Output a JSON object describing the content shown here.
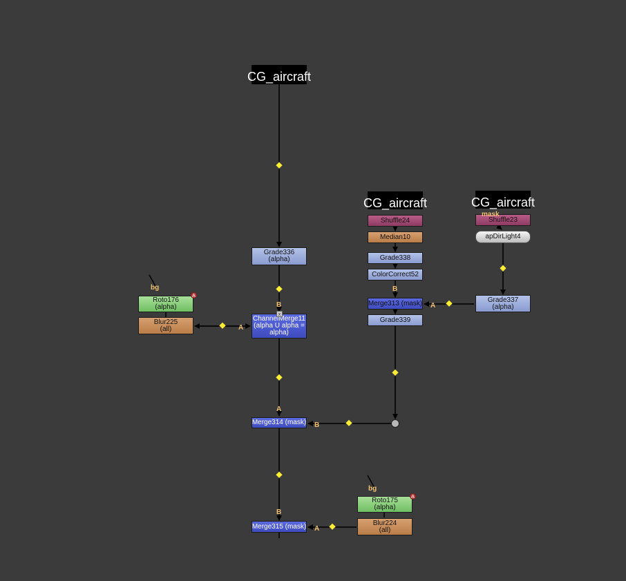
{
  "backdrops": {
    "cg1": "CG_aircraft",
    "cg2": "CG_aircraft",
    "cg3": "CG_aircraft"
  },
  "nodes": {
    "grade336": {
      "name": "Grade336",
      "sub": "(alpha)"
    },
    "grade338": {
      "name": "Grade338"
    },
    "grade337": {
      "name": "Grade337",
      "sub": "(alpha)"
    },
    "grade339": {
      "name": "Grade339"
    },
    "colorcorrect52": {
      "name": "ColorCorrect52"
    },
    "shuffle24": {
      "name": "Shuffle24"
    },
    "shuffle23": {
      "name": "Shuffle23"
    },
    "median10": {
      "name": "Median10"
    },
    "apdirlight4": {
      "name": "apDirLight4"
    },
    "roto176": {
      "name": "Roto176",
      "sub": "(alpha)"
    },
    "roto175": {
      "name": "Roto175",
      "sub": "(alpha)"
    },
    "blur225": {
      "name": "Blur225",
      "sub": "(all)"
    },
    "blur224": {
      "name": "Blur224",
      "sub": "(all)"
    },
    "channelmerge11": {
      "line1": "ChannelMerge11",
      "line2": "(alpha U alpha =",
      "line3": "alpha)"
    },
    "merge313": {
      "name": "Merge313 (mask)"
    },
    "merge314": {
      "name": "Merge314 (mask)"
    },
    "merge315": {
      "name": "Merge315 (mask)"
    }
  },
  "input_labels": {
    "bg_roto176": "bg",
    "bg_roto175": "bg",
    "mask_shuffle23": "mask",
    "b_channelmerge": "B",
    "a_channelmerge": "A",
    "b_merge313": "B",
    "a_merge313": "A",
    "a_merge314": "A",
    "b_merge314": "B",
    "b_merge315": "B",
    "a_merge315": "A"
  },
  "markers": {
    "roto176": "A",
    "roto175": "A",
    "channelmerge11": "x"
  },
  "colors": {
    "background": "#3b3b3b",
    "pipe": "#000000",
    "dot": "#ffee33",
    "grade": "#9fb0de",
    "merge": "#4c59d0",
    "blur": "#c98f5c",
    "roto": "#8fd080",
    "shuffle": "#a04a72"
  }
}
